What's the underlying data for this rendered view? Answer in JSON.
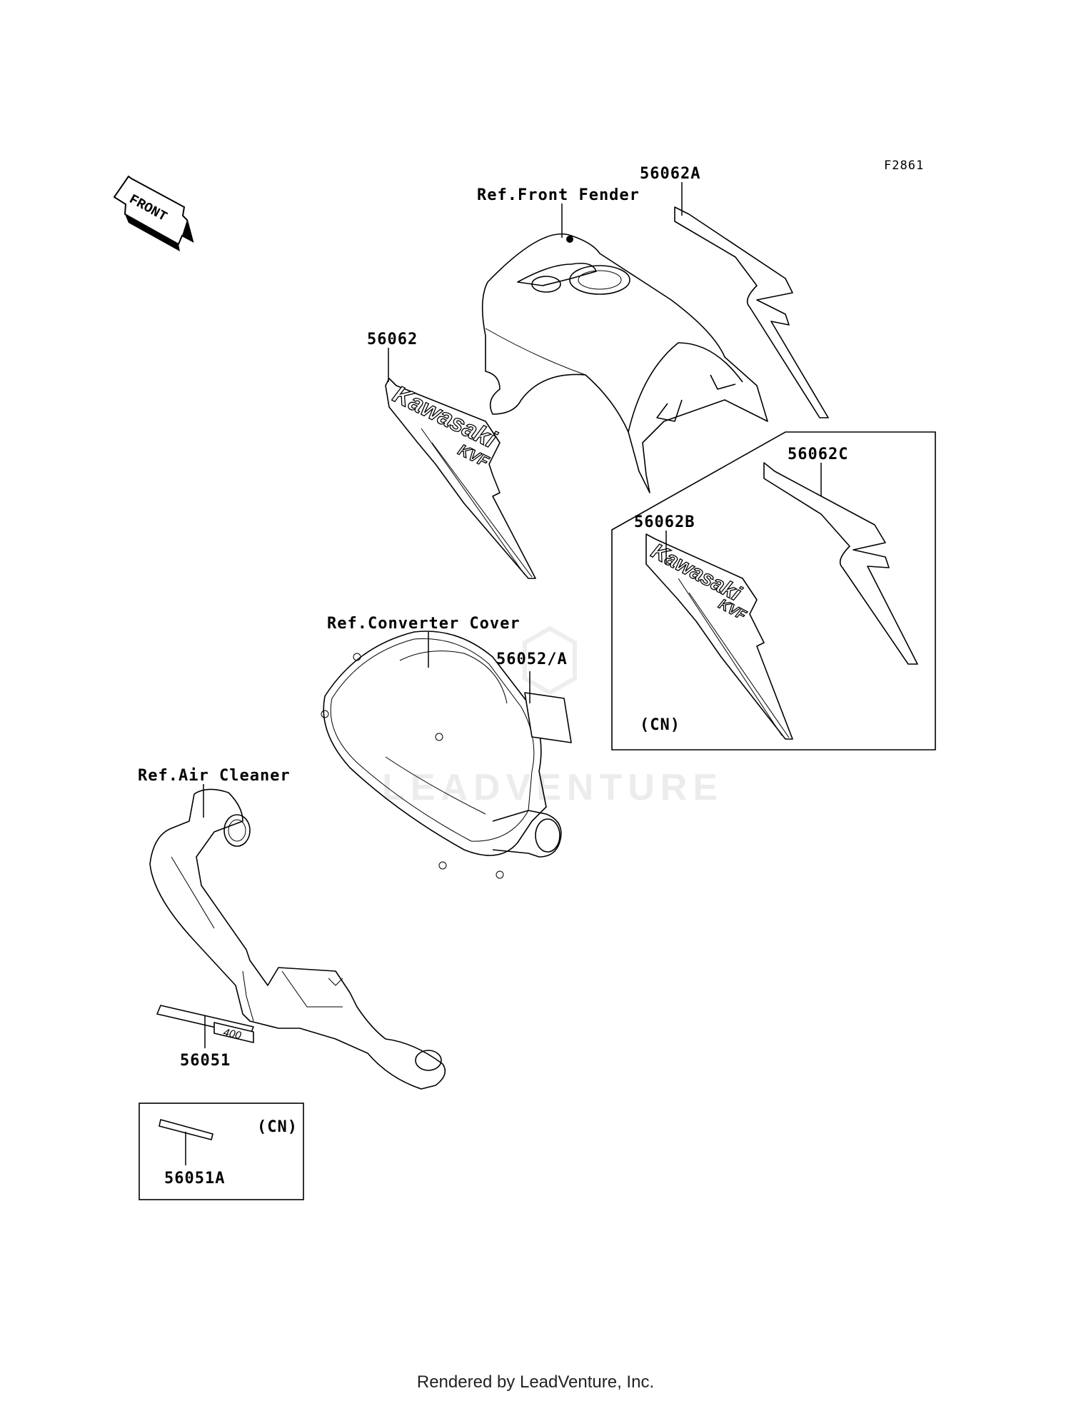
{
  "figure_code": "F2861",
  "front_arrow_text": "FRONT",
  "watermark_text": "LEADVENTURE",
  "footer": "Rendered by LeadVenture, Inc.",
  "decal_text": {
    "brand": "Kawasaki",
    "model": "KVF",
    "model_alt": "400"
  },
  "labels": {
    "p56062A": "56062A",
    "ref_front_fender": "Ref.Front Fender",
    "p56062": "56062",
    "p56062C": "56062C",
    "p56062B": "56062B",
    "cn_box_1": "(CN)",
    "ref_converter_cover": "Ref.Converter Cover",
    "p56052A": "56052/A",
    "ref_air_cleaner": "Ref.Air Cleaner",
    "p56051": "56051",
    "cn_box_2": "(CN)",
    "p56051A": "56051A"
  }
}
